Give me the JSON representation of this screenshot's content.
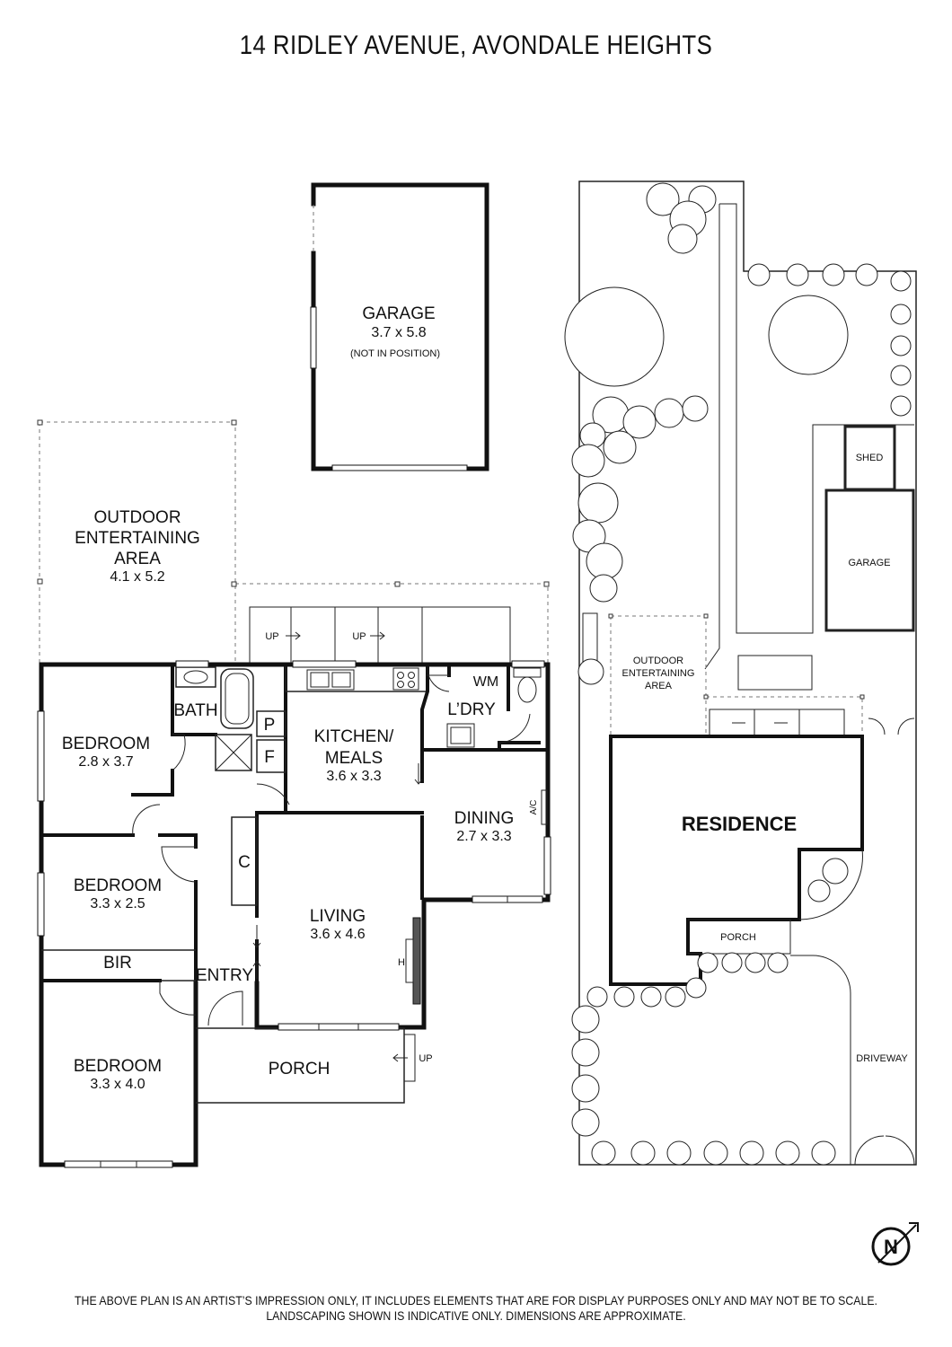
{
  "title": "14 RIDLEY AVENUE, AVONDALE HEIGHTS",
  "floorplan": {
    "garage": {
      "name": "GARAGE",
      "dims": "3.7 x 5.8",
      "note": "(NOT IN POSITION)"
    },
    "outdoor": {
      "line1": "OUTDOOR",
      "line2": "ENTERTAINING",
      "line3": "AREA",
      "dims": "4.1 x 5.2"
    },
    "bedroom1": {
      "name": "BEDROOM",
      "dims": "2.8 x 3.7"
    },
    "bedroom2": {
      "name": "BEDROOM",
      "dims": "3.3 x 2.5"
    },
    "bedroom3": {
      "name": "BEDROOM",
      "dims": "3.3 x 4.0"
    },
    "bath": "BATH",
    "pantry": "P",
    "fridge": "F",
    "kitchen": {
      "line1": "KITCHEN/",
      "line2": "MEALS",
      "dims": "3.6 x 3.3"
    },
    "laundry": "L’DRY",
    "wm": "WM",
    "dining": {
      "name": "DINING",
      "dims": "2.7 x 3.3"
    },
    "ac": "A/C",
    "cupboard": "C",
    "living": {
      "name": "LIVING",
      "dims": "3.6 x 4.6"
    },
    "heater": "H",
    "bir": "BIR",
    "entry": "ENTRY",
    "porch": "PORCH",
    "up_left": "UP",
    "up_right": "UP",
    "up_porch": "UP"
  },
  "siteplan": {
    "shed": "SHED",
    "garage": "GARAGE",
    "outdoor": {
      "line1": "OUTDOOR",
      "line2": "ENTERTAINING",
      "line3": "AREA"
    },
    "residence": "RESIDENCE",
    "porch": "PORCH",
    "driveway": "DRIVEWAY"
  },
  "compass": {
    "letter": "N"
  },
  "disclaimer": {
    "line1": "THE ABOVE PLAN IS AN ARTIST’S IMPRESSION ONLY, IT INCLUDES ELEMENTS THAT ARE FOR DISPLAY PURPOSES ONLY AND MAY NOT BE TO SCALE.",
    "line2": "LANDSCAPING SHOWN IS INDICATIVE ONLY. DIMENSIONS ARE APPROXIMATE."
  }
}
